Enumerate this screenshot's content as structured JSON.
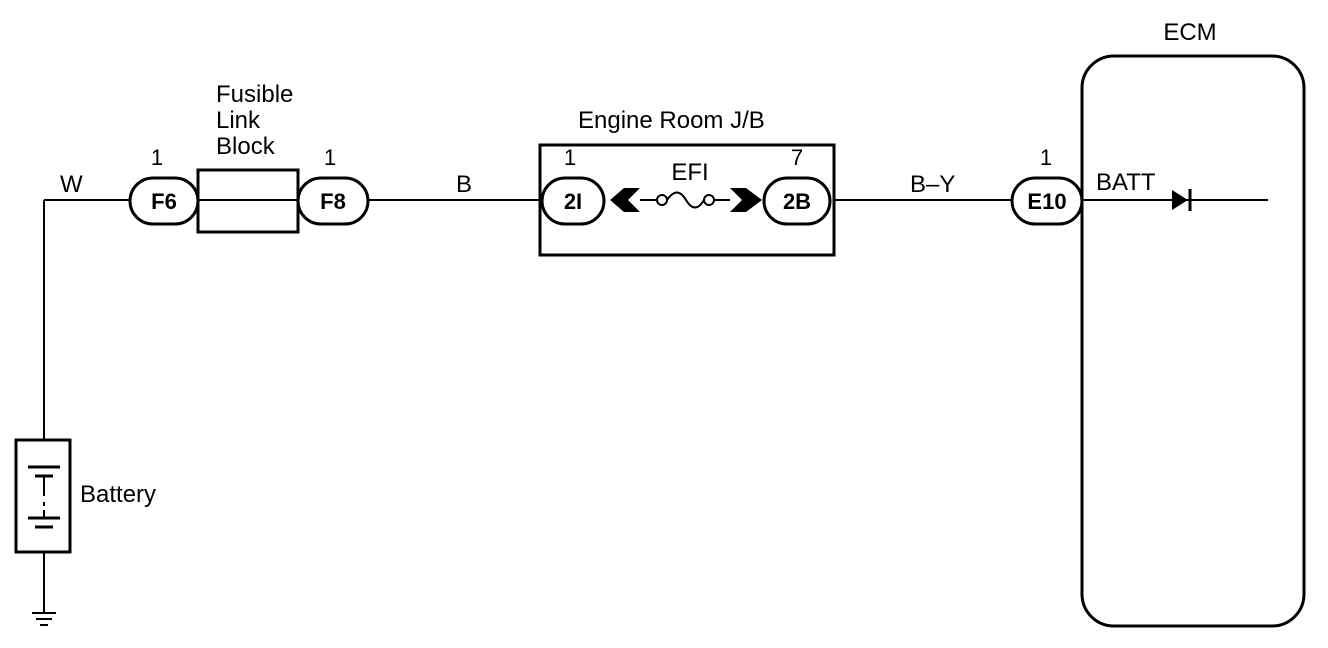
{
  "components": {
    "fusible_link_block": {
      "line1": "Fusible",
      "line2": "Link",
      "line3": "Block"
    },
    "engine_room_jb": {
      "label": "Engine Room J/B",
      "fuse": "EFI"
    },
    "ecm": {
      "label": "ECM",
      "terminal": "BATT"
    },
    "battery": {
      "label": "Battery"
    }
  },
  "connectors": {
    "f6": {
      "id": "F6",
      "pin": "1"
    },
    "f8": {
      "id": "F8",
      "pin": "1"
    },
    "c2i": {
      "id": "2I",
      "pin": "1"
    },
    "c2b": {
      "id": "2B",
      "pin": "7"
    },
    "e10": {
      "id": "E10",
      "pin": "1"
    }
  },
  "wires": {
    "w1": "W",
    "w2": "B",
    "w3": "B–Y"
  },
  "colors": {
    "line": "#000000",
    "background": "#ffffff"
  }
}
